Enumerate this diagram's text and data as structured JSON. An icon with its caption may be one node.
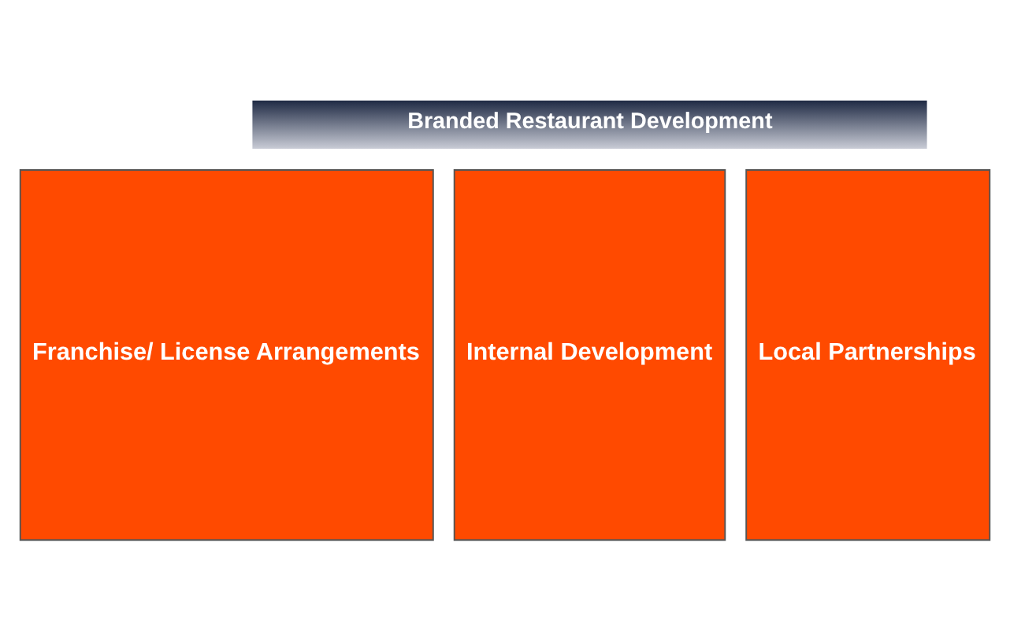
{
  "diagram": {
    "nodes": [
      {
        "text": [
          "Branded Restaurant Development"
        ]
      },
      {
        "text": [
          "Franchise/ License Arrangements"
        ]
      },
      {
        "text": [
          "Internal Development"
        ]
      },
      {
        "text": [
          "Local Partnerships"
        ]
      }
    ]
  }
}
